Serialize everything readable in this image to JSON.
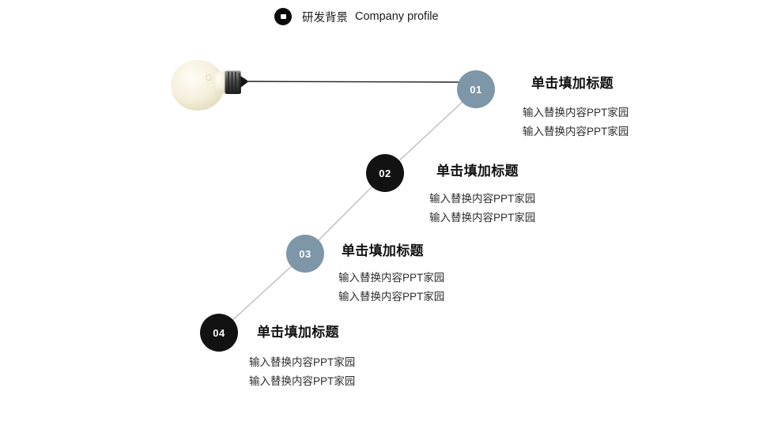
{
  "meta": {
    "type": "presentation-slide",
    "background": "#ffffff"
  },
  "header": {
    "icon": "record-dot-icon",
    "title_zh": "研发背景",
    "title_en": "Company profile"
  },
  "illustration": {
    "name": "lightbulb-illustration"
  },
  "colors": {
    "node_blue": "#7d96a8",
    "node_black": "#121212",
    "connector_dark": "#1f1f1f",
    "connector_light": "#b9b9b9",
    "title_text": "#111111",
    "body_text": "#2e2e2e",
    "bulb_glass": "#f4efdb",
    "bulb_metal": "#4a4a4a"
  },
  "steps": [
    {
      "number": "01",
      "variant": "blue",
      "title": "单击填加标题",
      "lines": [
        "输入替换内容PPT家园",
        "输入替换内容PPT家园"
      ]
    },
    {
      "number": "02",
      "variant": "black",
      "title": "单击填加标题",
      "lines": [
        "输入替换内容PPT家园",
        "输入替换内容PPT家园"
      ]
    },
    {
      "number": "03",
      "variant": "blue",
      "title": "单击填加标题",
      "lines": [
        "输入替换内容PPT家园",
        "输入替换内容PPT家园"
      ]
    },
    {
      "number": "04",
      "variant": "black",
      "title": "单击填加标题",
      "lines": [
        "输入替换内容PPT家园",
        "输入替换内容PPT家园"
      ]
    }
  ]
}
